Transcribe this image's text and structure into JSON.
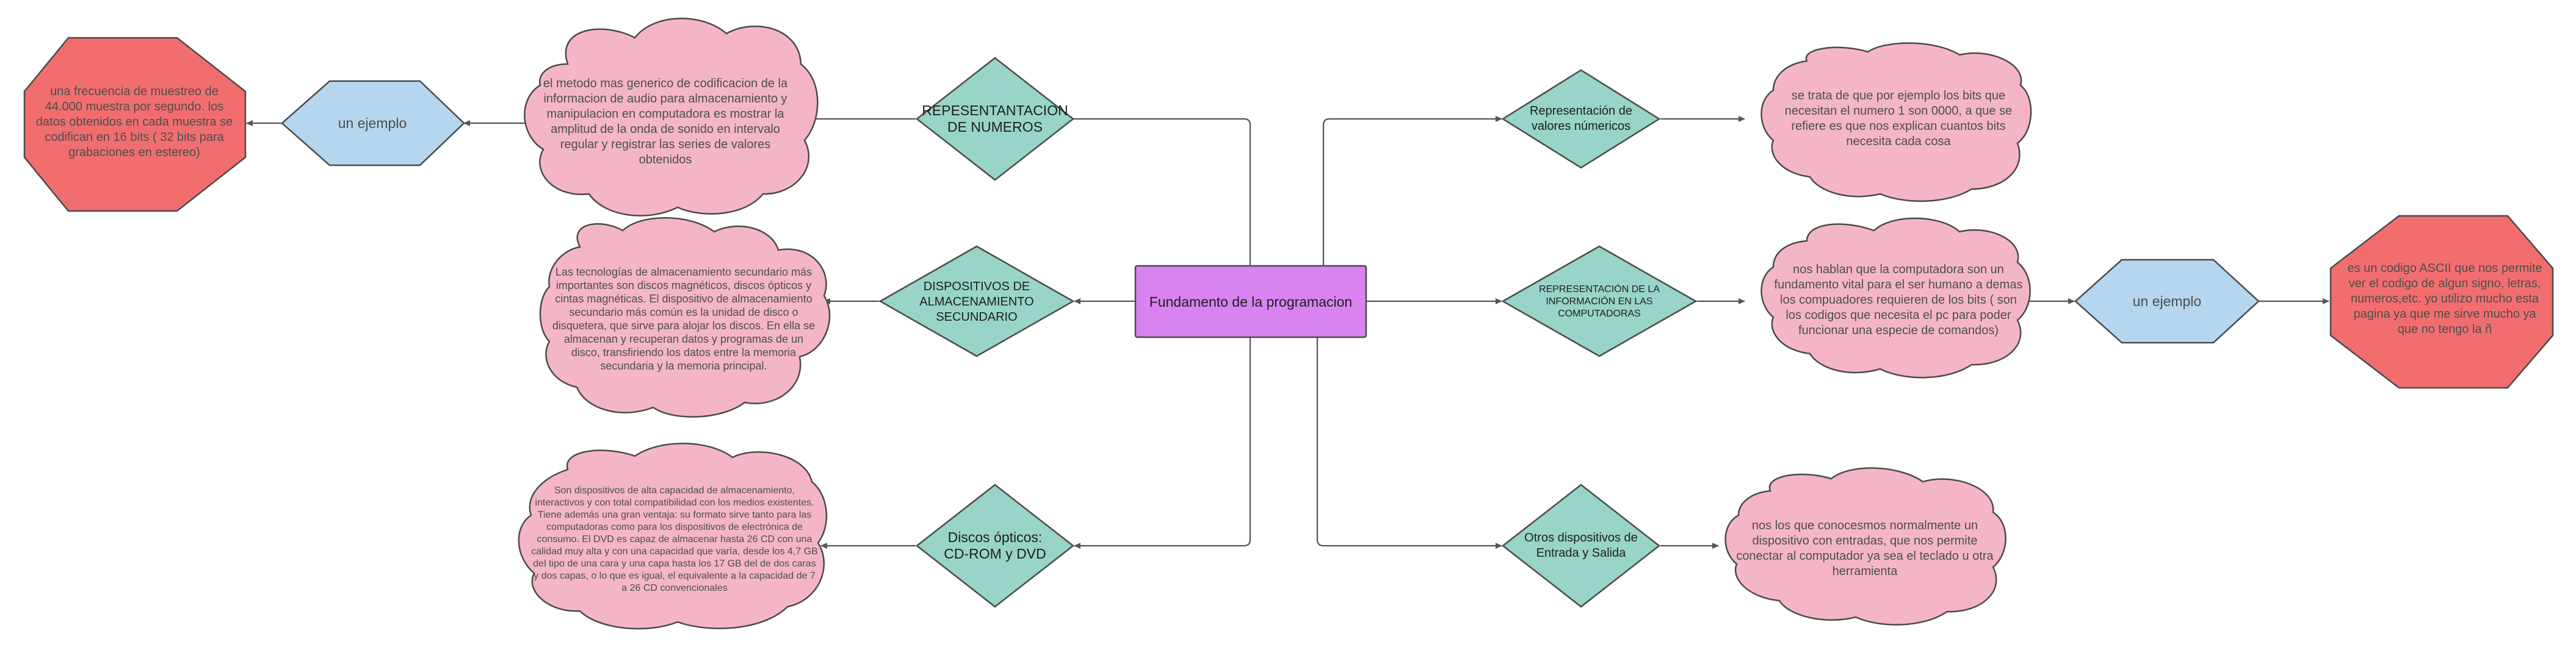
{
  "colors": {
    "diamond": "#98d4c8",
    "cloud": "#f4b6c6",
    "hexagon": "#b4d6ef",
    "octagon": "#f26e6e",
    "central": "#d983f1",
    "stroke": "#4a4a4a",
    "line": "#555555"
  },
  "central": {
    "text": "Fundamento de la programacion"
  },
  "left": {
    "numeros": {
      "diamond": "REPESENTANTACION DE NUMEROS",
      "cloud": "el metodo mas generico de codificacion de la informacion de audio para almacenamiento y manipulacion en computadora es mostrar la amplitud de la onda de sonido en intervalo regular y registrar las series de valores obtenidos",
      "hexagon": "un ejemplo",
      "octagon": "una frecuencia de muestreo de 44.000 muestra por segundo. los datos obtenidos en cada muestra se codifican en 16 bits ( 32 bits para grabaciones en estereo)"
    },
    "almacenamiento": {
      "diamond": "DISPOSITIVOS DE ALMACENAMIENTO SECUNDARIO",
      "cloud": "Las tecnologías de almacenamiento secundario más importantes son discos magnéticos, discos ópticos y cintas magnéticas. El dispositivo de almacenamiento secundario más común es la unidad de disco o disquetera, que sirve para alojar los discos. En ella se almacenan y recuperan datos y programas de un disco, transfiriendo los datos entre la memoria secundaria y la memoria principal."
    },
    "opticos": {
      "diamond": "Discos ópticos: CD-ROM y DVD",
      "cloud": "Son dispositivos de alta capacidad de almacenamiento, interactivos y con total compatibilidad con los medios existentes. Tiene además una gran ventaja: su formato sirve tanto para las computadoras como para los dispositivos de electrónica de consumo. El DVD es capaz de almacenar hasta 26 CD con una calidad muy alta y con una capacidad que varía, desde los 4,7 GB del tipo de una cara y una capa hasta los 17 GB del de dos caras y dos capas, o lo que es igual, el equivalente a la capacidad de 7 a 26 CD convencionales"
    }
  },
  "right": {
    "valores": {
      "diamond": "Representación de valores númericos",
      "cloud": "se trata de que por ejemplo los bits que necesitan el numero 1 son 0000, a que se refiere es que nos explican cuantos bits necesita cada cosa"
    },
    "informacion": {
      "diamond": "REPRESENTACIÓN DE LA INFORMACIÓN EN LAS COMPUTADORAS",
      "cloud": "nos hablan que la computadora son un fundamento vital para el ser humano a demas los compuadores requieren  de los bits ( son los codigos que necesita el pc para poder funcionar una especie de comandos)",
      "hexagon": "un ejemplo",
      "octagon": "es un codigo ASCII  que nos permite ver el codigo de algun signo, letras, numeros,etc. yo utilizo mucho esta  pagina ya que me sirve mucho  ya que no tengo la ñ"
    },
    "entrada": {
      "diamond": "Otros dispositivos de Entrada y Salida",
      "cloud": "nos los que conocesmos normalmente un dispositivo con entradas, que nos permite conectar al computador ya sea el teclado u otra herramienta"
    }
  }
}
